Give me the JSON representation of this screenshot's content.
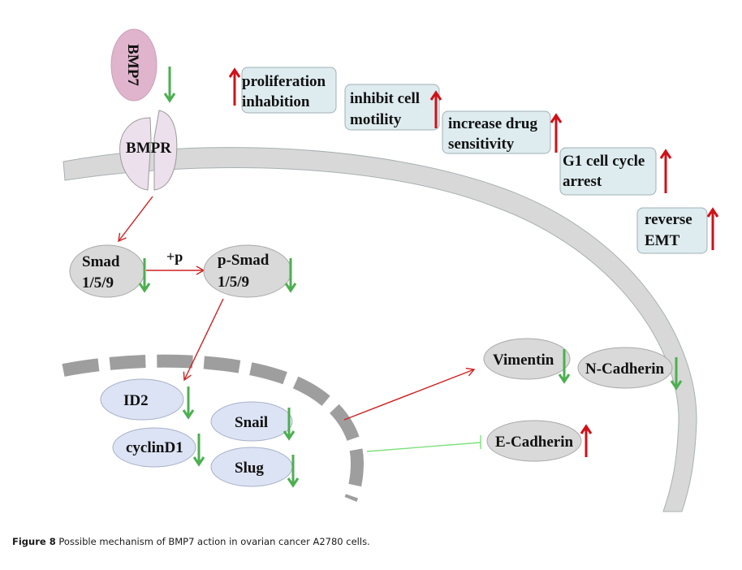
{
  "figure": {
    "caption_label": "Figure 8",
    "caption_text": " Possible mechanism of BMP7 action in ovarian cancer A2780 cells."
  },
  "colors": {
    "up_arrow": "#d01018",
    "down_arrow": "#4caf50",
    "activation_line": "#d02020",
    "inhibition_line": "#7ee07e",
    "ligand_fill": "#e0b4cc",
    "receptor_fill": "#ece0ec",
    "cytoplasm_node_fill": "#d9d9d9",
    "nuclear_node_fill": "#dce3f4",
    "outcome_box_fill": "#deecf0",
    "membrane_fill": "#d8d8d8",
    "nuclear_envelope": "#9e9e9e"
  },
  "ligand": {
    "label": "BMP7",
    "regulation": "down"
  },
  "receptor": {
    "label": "BMPR"
  },
  "phospho_label": "+p",
  "cytoplasm_nodes": [
    {
      "id": "smad",
      "lines": [
        "Smad",
        "1/5/9"
      ],
      "regulation": "down"
    },
    {
      "id": "psmad",
      "lines": [
        "p-Smad",
        "1/5/9"
      ],
      "regulation": "down"
    }
  ],
  "nuclear_nodes": [
    {
      "id": "id2",
      "lines": [
        "ID2"
      ],
      "regulation": "down"
    },
    {
      "id": "cyclind1",
      "lines": [
        "cyclinD1"
      ],
      "regulation": "down"
    },
    {
      "id": "snail",
      "lines": [
        "Snail"
      ],
      "regulation": "down"
    },
    {
      "id": "slug",
      "lines": [
        "Slug"
      ],
      "regulation": "down"
    }
  ],
  "emt_markers": [
    {
      "id": "vimentin",
      "lines": [
        "Vimentin"
      ],
      "regulation": "down"
    },
    {
      "id": "ncadherin",
      "lines": [
        "N-Cadherin"
      ],
      "regulation": "down"
    },
    {
      "id": "ecadherin",
      "lines": [
        "E-Cadherin"
      ],
      "regulation": "up"
    }
  ],
  "outcomes": [
    {
      "id": "proliferation",
      "lines": [
        "proliferation",
        "inhabition"
      ],
      "regulation": "up"
    },
    {
      "id": "motility",
      "lines": [
        "inhibit cell",
        "motility"
      ],
      "regulation": "up"
    },
    {
      "id": "drug",
      "lines": [
        "increase drug",
        "sensitivity"
      ],
      "regulation": "up"
    },
    {
      "id": "g1",
      "lines": [
        "G1 cell cycle",
        "arrest"
      ],
      "regulation": "up"
    },
    {
      "id": "emt",
      "lines": [
        "reverse",
        "EMT"
      ],
      "regulation": "up"
    }
  ],
  "edges": [
    {
      "from": "BMPR",
      "to": "Smad 1/5/9",
      "type": "activation"
    },
    {
      "from": "Smad 1/5/9",
      "to": "p-Smad 1/5/9",
      "type": "activation"
    },
    {
      "from": "p-Smad 1/5/9",
      "to": "ID2",
      "type": "activation"
    },
    {
      "from": "Snail/Slug",
      "to": "Vimentin",
      "type": "activation"
    },
    {
      "from": "Snail/Slug",
      "to": "E-Cadherin",
      "type": "inhibition"
    }
  ]
}
